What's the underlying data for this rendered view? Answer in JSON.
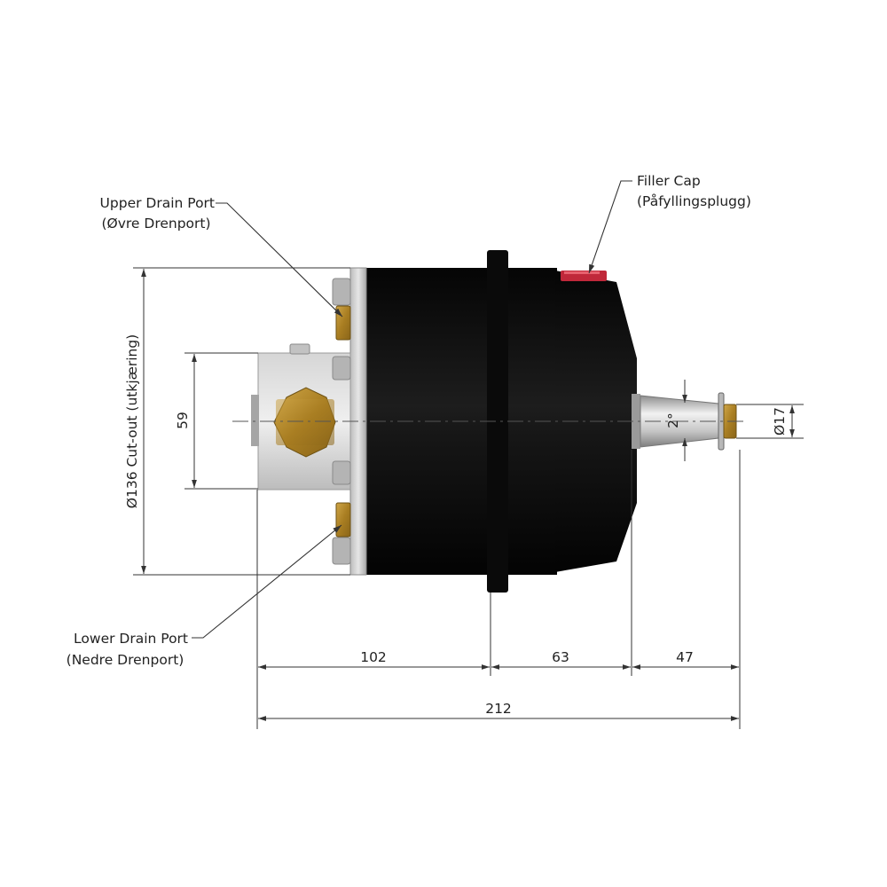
{
  "labels": {
    "upper_drain": {
      "line1": "Upper Drain Port",
      "line2": "(Øvre Drenport)"
    },
    "lower_drain": {
      "line1": "Lower Drain Port",
      "line2": "(Nedre Drenport)"
    },
    "filler_cap": {
      "line1": "Filler Cap",
      "line2": "(Påfyllingsplugg)"
    }
  },
  "dimensions": {
    "cutout": "Ø136 Cut-out (utkjæring)",
    "port_height": "59",
    "shaft_angle": "2°",
    "shaft_diameter": "Ø17",
    "rear_length": "102",
    "mid_length": "63",
    "shaft_length": "47",
    "total_length": "212"
  },
  "colors": {
    "body": "#0d0d0d",
    "housing": "#c8c8c8",
    "brass": "#b48a2c",
    "filler_cap": "#c0283a",
    "shaft": "#b9b9b9"
  }
}
